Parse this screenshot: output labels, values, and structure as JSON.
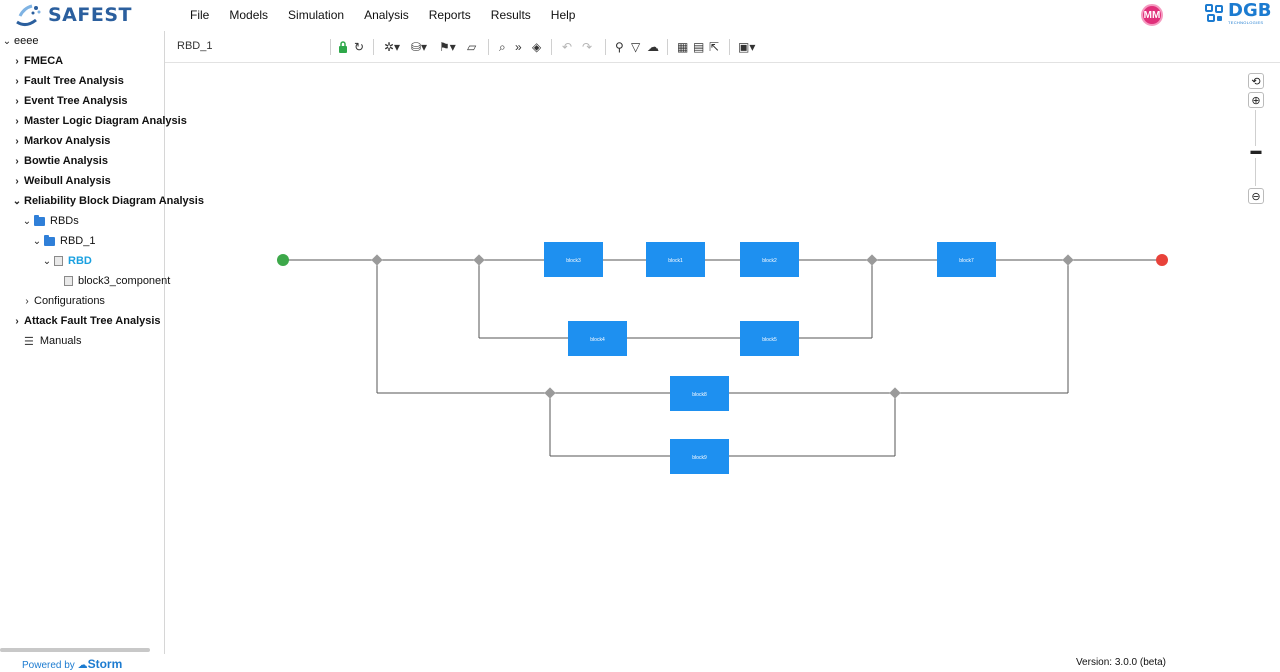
{
  "app": {
    "name": "SAFEST"
  },
  "menu": [
    "File",
    "Models",
    "Simulation",
    "Analysis",
    "Reports",
    "Results",
    "Help"
  ],
  "user": {
    "initials": "MM"
  },
  "brand": {
    "name": "DGB",
    "tagline": "TECHNOLOGIES"
  },
  "tree": {
    "root": "eeee",
    "items": [
      {
        "label": "FMECA"
      },
      {
        "label": "Fault Tree Analysis"
      },
      {
        "label": "Event Tree Analysis"
      },
      {
        "label": "Master Logic Diagram Analysis"
      },
      {
        "label": "Markov Analysis"
      },
      {
        "label": "Bowtie Analysis"
      },
      {
        "label": "Weibull Analysis"
      },
      {
        "label": "Reliability Block Diagram Analysis"
      }
    ],
    "rbds": "RBDs",
    "rbd1": "RBD_1",
    "rbd": "RBD",
    "component": "block3_component",
    "configurations": "Configurations",
    "attack": "Attack Fault Tree Analysis",
    "manuals": "Manuals"
  },
  "document": {
    "title": "RBD_1"
  },
  "toolbar_icons": [
    "lock-icon",
    "refresh-icon",
    "settings-icon",
    "layers-icon",
    "flag-icon",
    "note-icon",
    "zoom-search-icon",
    "forward-icon",
    "stack-icon",
    "undo-icon",
    "redo-icon",
    "search-icon",
    "filter-icon",
    "cloud-upload-icon",
    "table-icon",
    "comment-icon",
    "cursor-icon",
    "layout-icon"
  ],
  "diagram": {
    "blocks": [
      {
        "id": "b3",
        "label": "block3"
      },
      {
        "id": "b1",
        "label": "block1"
      },
      {
        "id": "b2",
        "label": "block2"
      },
      {
        "id": "b7",
        "label": "block7"
      },
      {
        "id": "b4",
        "label": "block4"
      },
      {
        "id": "b5",
        "label": "block5"
      },
      {
        "id": "b8",
        "label": "block8"
      },
      {
        "id": "b9",
        "label": "block9"
      }
    ],
    "block_color": "#1e90f0",
    "start_color": "#3da84a",
    "end_color": "#e8423a",
    "node_color": "#9a9a9a"
  },
  "footer": {
    "powered_prefix": "Powered by",
    "powered_brand": "Storm",
    "version": "Version: 3.0.0 (beta)"
  }
}
